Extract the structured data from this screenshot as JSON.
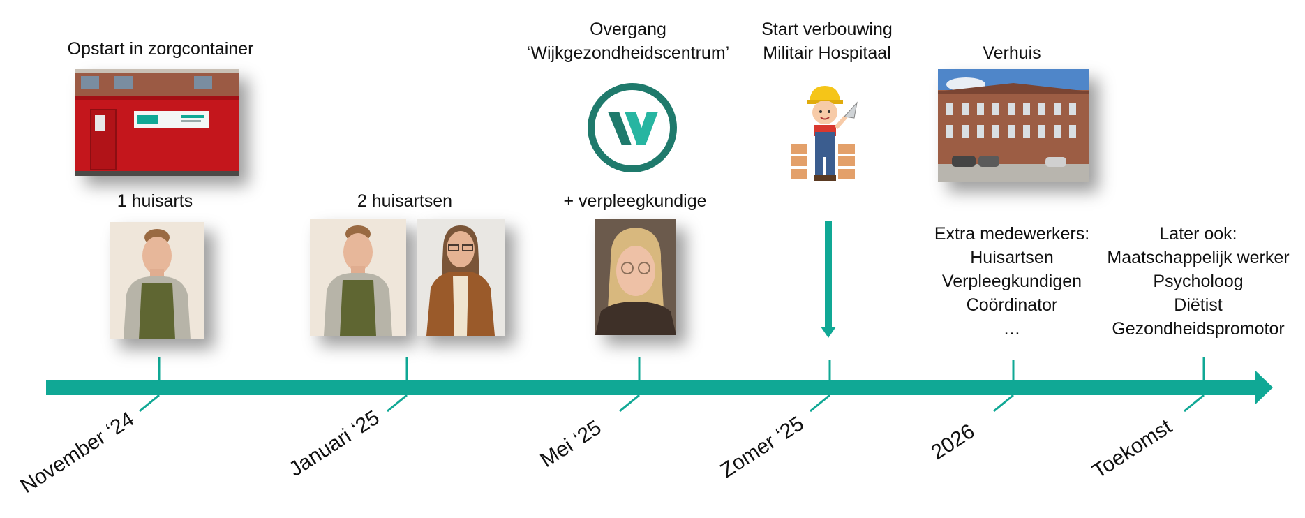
{
  "accent_color": "#10a895",
  "events": [
    {
      "id": "nov24",
      "date": "November ‘24",
      "top_caption": [
        "Opstart in zorgcontainer"
      ],
      "bottom_caption": [
        "1 huisarts"
      ],
      "images": [
        "zorgcontainer-photo",
        "huisarts-portrait"
      ]
    },
    {
      "id": "jan25",
      "date": "Januari ‘25",
      "bottom_caption": [
        "2 huisartsen"
      ],
      "images": [
        "huisarts-portrait",
        "huisarts-portrait"
      ]
    },
    {
      "id": "mei25",
      "date": "Mei ‘25",
      "top_caption": [
        "Overgang",
        "‘Wijkgezondheidscentrum’"
      ],
      "bottom_caption": [
        "+ verpleegkundige"
      ],
      "images": [
        "wijkgezondheidscentrum-logo",
        "verpleegkundige-portrait"
      ]
    },
    {
      "id": "zomer25",
      "date": "Zomer ‘25",
      "top_caption": [
        "Start verbouwing",
        "Militair Hospitaal"
      ],
      "images": [
        "construction-worker-illustration"
      ]
    },
    {
      "id": "y2026",
      "date": "2026",
      "top_caption": [
        "Verhuis"
      ],
      "bottom_caption": [
        "Extra medewerkers:",
        "Huisartsen",
        "Verpleegkundigen",
        "Coördinator",
        "…"
      ],
      "images": [
        "hospital-building-photo"
      ]
    },
    {
      "id": "toekomst",
      "date": "Toekomst",
      "bottom_caption": [
        "Later ook:",
        "Maatschappelijk werker",
        "Psycholoog",
        "Diëtist",
        "Gezondheidspromotor"
      ]
    }
  ]
}
